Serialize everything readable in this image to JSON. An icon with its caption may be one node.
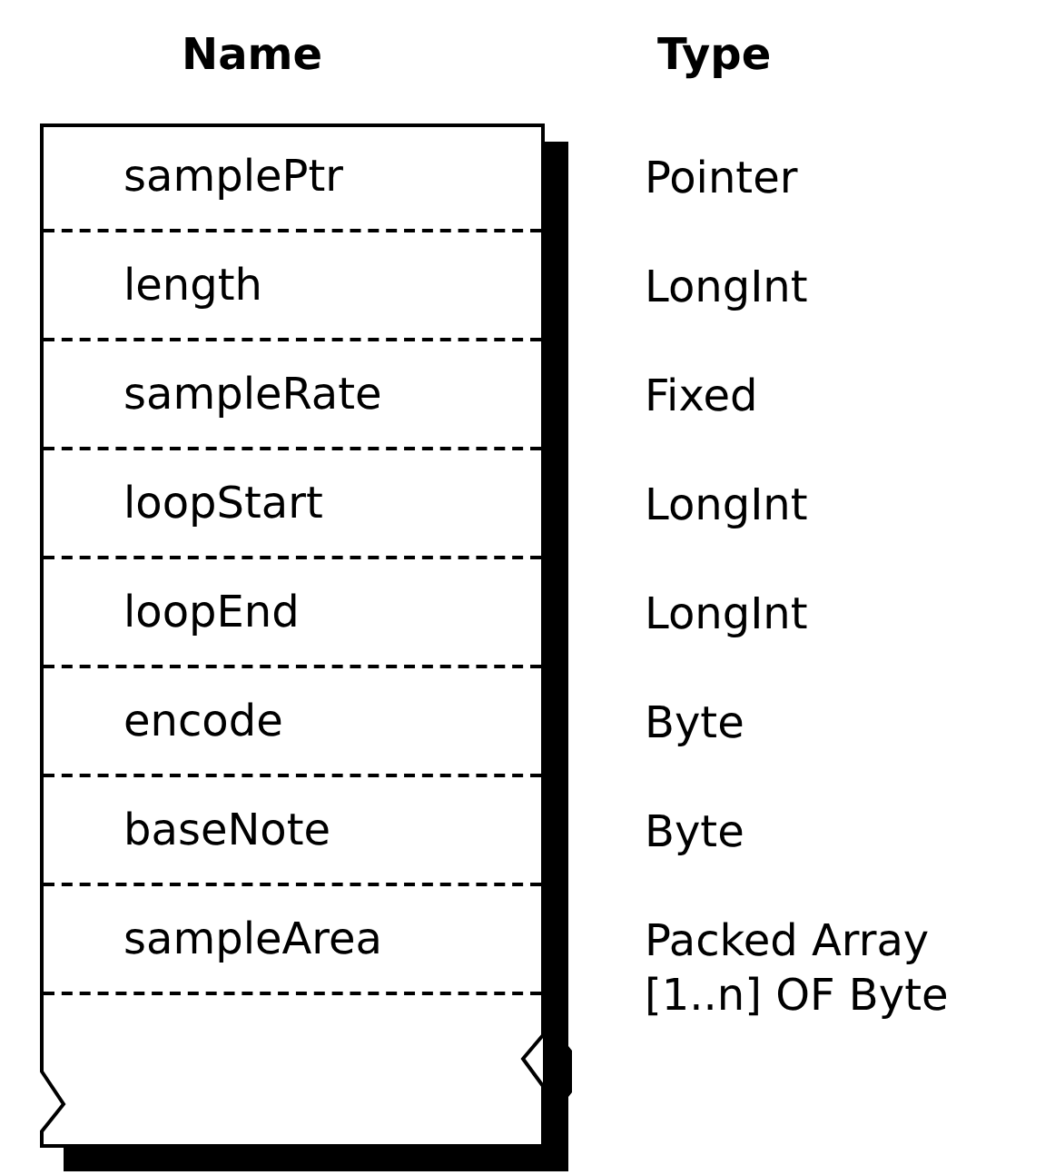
{
  "diagram": {
    "nodes": [
      {
        "text": [],
        "shape": "box"
      },
      {
        "text": [
          "samplePtr"
        ],
        "in": 0,
        "beside": [
          "Pointer"
        ]
      },
      {
        "text": [
          "length"
        ],
        "in": 0,
        "beside": [
          "LongInt"
        ]
      },
      {
        "text": [
          "sampleRate"
        ],
        "in": 0,
        "beside": [
          "Fixed"
        ]
      },
      {
        "text": [
          "loopStart"
        ],
        "in": 0,
        "beside": [
          "LongInt"
        ]
      },
      {
        "text": [
          "loopEnd"
        ],
        "in": 0,
        "beside": [
          "LongInt"
        ]
      },
      {
        "text": [
          "encode"
        ],
        "in": 0,
        "beside": [
          "Byte"
        ]
      },
      {
        "text": [
          "baseNote"
        ],
        "in": 0,
        "beside": [
          "Byte"
        ]
      },
      {
        "text": [
          "sampleArea"
        ],
        "in": 0,
        "beside": [
          "Packed Array [1..n] OF Byte"
        ]
      }
    ],
    "labels": [
      "Name",
      "Type"
    ]
  }
}
